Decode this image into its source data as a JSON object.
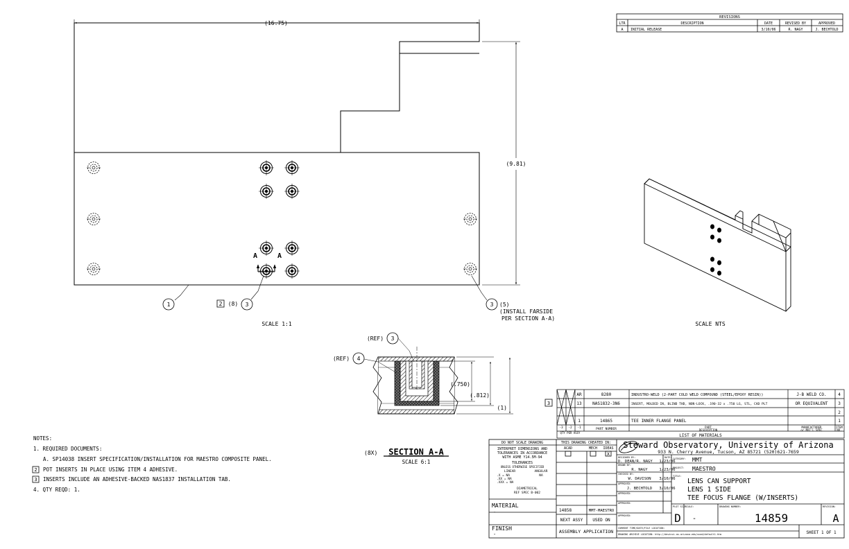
{
  "revisions": {
    "title": "REVISIONS",
    "headers": [
      "LTR",
      "DESCRIPTION",
      "DATE",
      "REVISED BY",
      "APPROVED"
    ],
    "rows": [
      [
        "A",
        "INITIAL RELEASE",
        "3/10/06",
        "R. NAGY",
        "J. BECHTOLD"
      ]
    ]
  },
  "plan_view": {
    "width_dim": "(16.75)",
    "height_dim": "(9.81)",
    "scale": "SCALE 1:1",
    "section_marks": [
      "A",
      "A"
    ],
    "balloons": {
      "part": "1",
      "insert_note_box": "2",
      "insert_qty": "(8)",
      "insert": "3",
      "farside": "3",
      "farside_qty": "(5)",
      "farside_note_1": "(INSTALL FARSIDE",
      "farside_note_2": "PER SECTION A-A)"
    }
  },
  "iso_view": {
    "scale": "SCALE NTS"
  },
  "section_view": {
    "ref_3": "(REF)",
    "ref_3_balloon": "3",
    "ref_4": "(REF)",
    "ref_4_balloon": "4",
    "dim_750": "(.750)",
    "dim_812": "(.812)",
    "dim_1": "(1)",
    "qty": "(8X)",
    "title": "SECTION A-A",
    "scale": "SCALE 6:1"
  },
  "bom": {
    "title": "LIST OF MATERIALS",
    "rows": [
      {
        "qty": "AR",
        "part": "8280",
        "desc": "INDUSTRO-WELD (2-PART COLD WELD COMPOUND (STEEL/EPOXY RESIN))",
        "mfr": "J-B WELD CO.",
        "item": "4"
      },
      {
        "qty": "13",
        "part": "NAS1832-3N6",
        "desc": "INSERT, MOLDED IN, BLIND THD, NON-LOCK, .190-32 x .750 LG, STL, CAD PLT",
        "mfr": "OR EQUIVALENT",
        "item": "3"
      },
      {
        "qty": "",
        "part": "",
        "desc": "",
        "mfr": "",
        "item": "2"
      },
      {
        "qty": "1",
        "part": "14865",
        "desc": "TEE INNER FLANGE PANEL",
        "mfr": "",
        "item": "1"
      }
    ],
    "header_qty": [
      "-3",
      "-2",
      "-1"
    ],
    "header_qty_label": "QTY PER ASSY",
    "header_part": "PART NUMBER",
    "header_desc_1": "PART",
    "header_desc_2": "DESCRIPTION",
    "header_mfr_1": "MANUFACTURER",
    "header_mfr_2": "or MAT'L SPEC",
    "header_item_1": "ITEM",
    "header_item_2": "NO.",
    "flag": "3"
  },
  "notes": {
    "title": "NOTES:",
    "n1": "1. REQUIRED DOCUMENTS:",
    "n1a": "A. SP14038 INSERT SPECIFICATION/INSTALLATION FOR MAESTRO COMPOSITE PANEL.",
    "n2_flag": "2",
    "n2": "POT INSERTS IN PLACE USING ITEM 4 ADHESIVE.",
    "n3_flag": "3",
    "n3": "INSERTS INCLUDE AN ADHESIVE-BACKED NAS1837 INSTALLATION TAB.",
    "n4": "4. QTY REQD: 1."
  },
  "title_block": {
    "do_not_scale": "DO NOT SCALE DRAWING",
    "interpret_1": "INTERPRET DIMENSIONS AND",
    "interpret_2": "TOLERANCES IN ACCORDANCE",
    "interpret_3": "WITH ASME Y14.5M-94",
    "tolerances": "TOLERANCES",
    "unless": "UNLESS OTHERWISE SPECIFIED",
    "linear": "LINEAR",
    "angular": "ANGULAR",
    "tol_x": ".X  = NA",
    "tol_xx": ".XX  = NA",
    "tol_xxx": ".XXX = NA",
    "tol_ang": "NA",
    "diametrical": "DIAMETRICAL",
    "ref_spec": "REF SPEC B-002",
    "material_label": "MATERIAL",
    "material_value": "-",
    "finish_label": "FINISH",
    "finish_value": "-",
    "created_in": "THIS DRAWING CREATED IN:",
    "acad": "ACAD",
    "mech": "MECH",
    "ideas": "IDEAS",
    "ideas_mark": "X",
    "next_assy_val": "14858",
    "used_on_val": "MMT-MAESTRO",
    "next_assy": "NEXT ASSY",
    "used_on": "USED ON",
    "application": "ASSEMBLY APPLICATION",
    "company": "Steward Observatory, University of Arizona",
    "address": "933 N. Cherry Avenue, Tucson, AZ  85721  (520)621-7659",
    "designed_by_label": "DESIGNED BY:",
    "designed_by": "D. DEAN/R. NAGY",
    "date_label": "DATE:",
    "designed_date": "1/23/06",
    "drawn_by_label": "DRAWN BY:",
    "drawn_by": "R. NAGY",
    "drawn_date": "1/23/06",
    "checked_by_label": "CHECKED BY:",
    "checked_by": "W. DAVISON",
    "checked_date": "3/10/06",
    "approved_label": "APPROVED:",
    "approved_by": "J. BECHTOLD",
    "approved_date": "3/10/06",
    "category_label": "CATEGORY:",
    "category": "MMT",
    "project_label": "PROJECT:",
    "project": "MAESTRO",
    "title_label": "TITLE:",
    "title_1": "LENS CAN SUPPORT",
    "title_2": "LENS 1 SIDE",
    "title_3": "TEE FOCUS FLANGE (W/INSERTS)",
    "plot_size_label": "PLOT SIZE",
    "plot_size": "D",
    "scale_label": "SCALE:",
    "scale": "-",
    "drawing_number_label": "DRAWING NUMBER:",
    "drawing_number": "14859",
    "revision_label": "REVISION:",
    "revision": "A",
    "file_location": "CURRENT TIME/DATE/FILE LOCATION:",
    "archive": "DRAWING ARCHIVE LOCATION: http://devinci.as.arizona.edu/ocad/default1.htm",
    "sheet": "SHEET 1 OF 1"
  }
}
